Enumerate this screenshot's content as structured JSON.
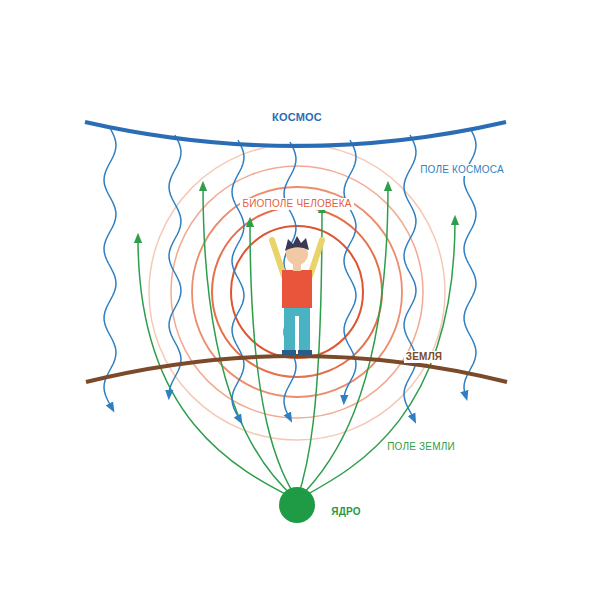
{
  "diagram": {
    "labels": [
      "КОСМОС",
      "ПОЛЕ КОСМОСА",
      "БИОПОЛЕ ЧЕЛОВЕКА",
      "ЗЕМЛЯ",
      "ПОЛЕ ЗЕМЛИ",
      "ЯДРО"
    ]
  }
}
